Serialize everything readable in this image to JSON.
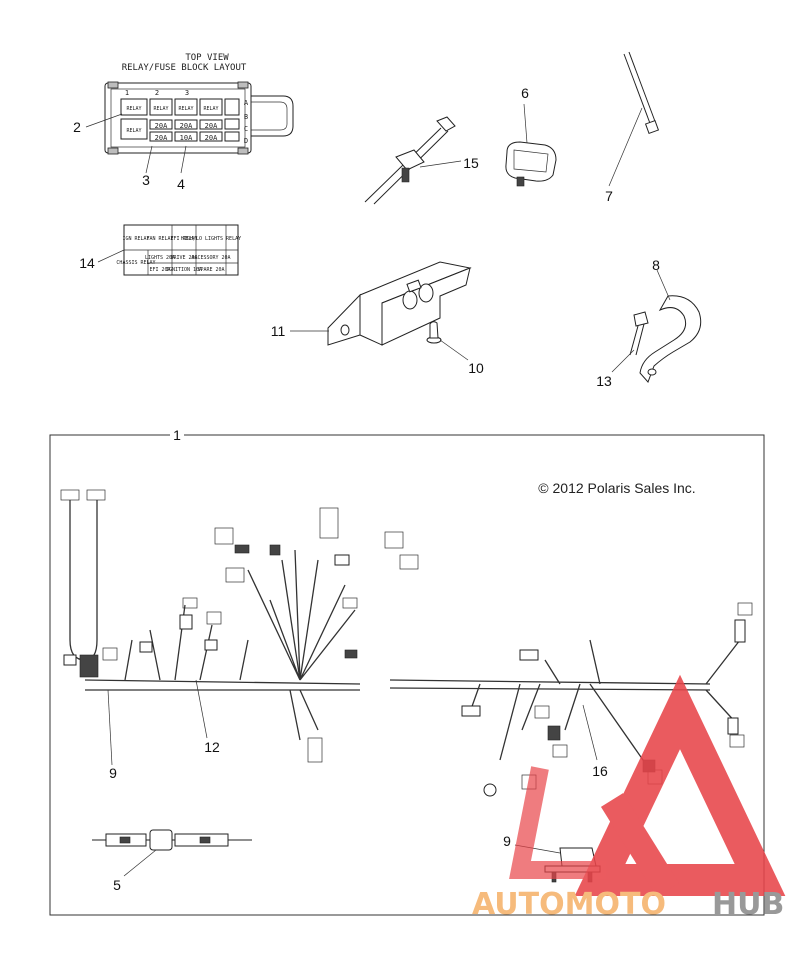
{
  "fuse_block": {
    "title_line1": "TOP VIEW",
    "title_line2": "RELAY/FUSE BLOCK LAYOUT",
    "relay_label": "RELAY",
    "fuse_label": "20A",
    "fuse_10a_label": "10A",
    "col_numbers": [
      "1",
      "2",
      "3"
    ],
    "row_letters": [
      "A",
      "B",
      "C",
      "D"
    ]
  },
  "callouts": {
    "c1": "1",
    "c2": "2",
    "c3": "3",
    "c4": "4",
    "c5": "5",
    "c6": "6",
    "c7": "7",
    "c8": "8",
    "c9a": "9",
    "c9b": "9",
    "c10": "10",
    "c11": "11",
    "c12": "12",
    "c13": "13",
    "c14": "14",
    "c15": "15",
    "c16": "16"
  },
  "label_14": {
    "row1": [
      "IGN RELAY",
      "FAN RELAY",
      "EFI RELAY",
      "HIGH/LO LIGHTS RELAY"
    ],
    "row2": [
      "CHASSIS RELAY",
      "LIGHTS 20A",
      "DRIVE 20A",
      "ACCESSORY 20A"
    ],
    "row3": [
      "",
      "EFI 20A",
      "IGNITION 10A",
      "SPARE 20A"
    ]
  },
  "copyright": "© 2012 Polaris Sales Inc.",
  "watermark": {
    "text_part1": "AUTOMOTO",
    "text_part2": "HUB",
    "color_primary": "#f5b26b",
    "color_secondary": "#8c8c8c",
    "triangle_color": "#e8454a"
  }
}
